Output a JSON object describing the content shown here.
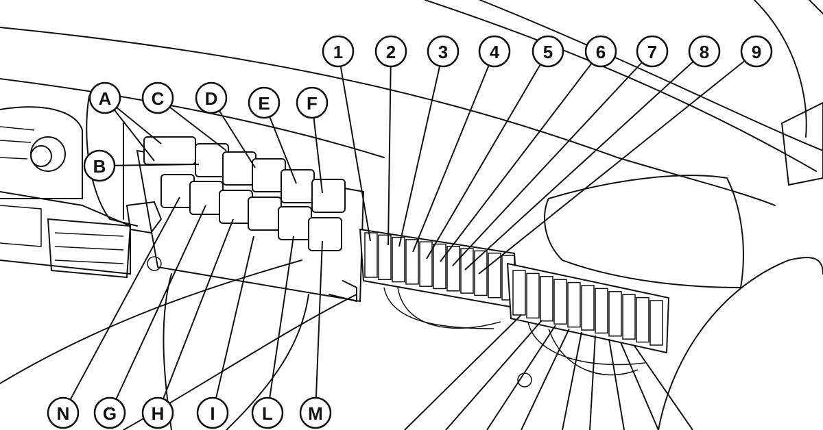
{
  "diagram": {
    "fuse_callouts": [
      "1",
      "2",
      "3",
      "4",
      "5",
      "6",
      "7",
      "8",
      "9"
    ],
    "relay_callouts_top": [
      "A",
      "C",
      "D",
      "E",
      "F",
      "B"
    ],
    "relay_callouts_bottom": [
      "N",
      "G",
      "H",
      "I",
      "L",
      "M"
    ]
  }
}
